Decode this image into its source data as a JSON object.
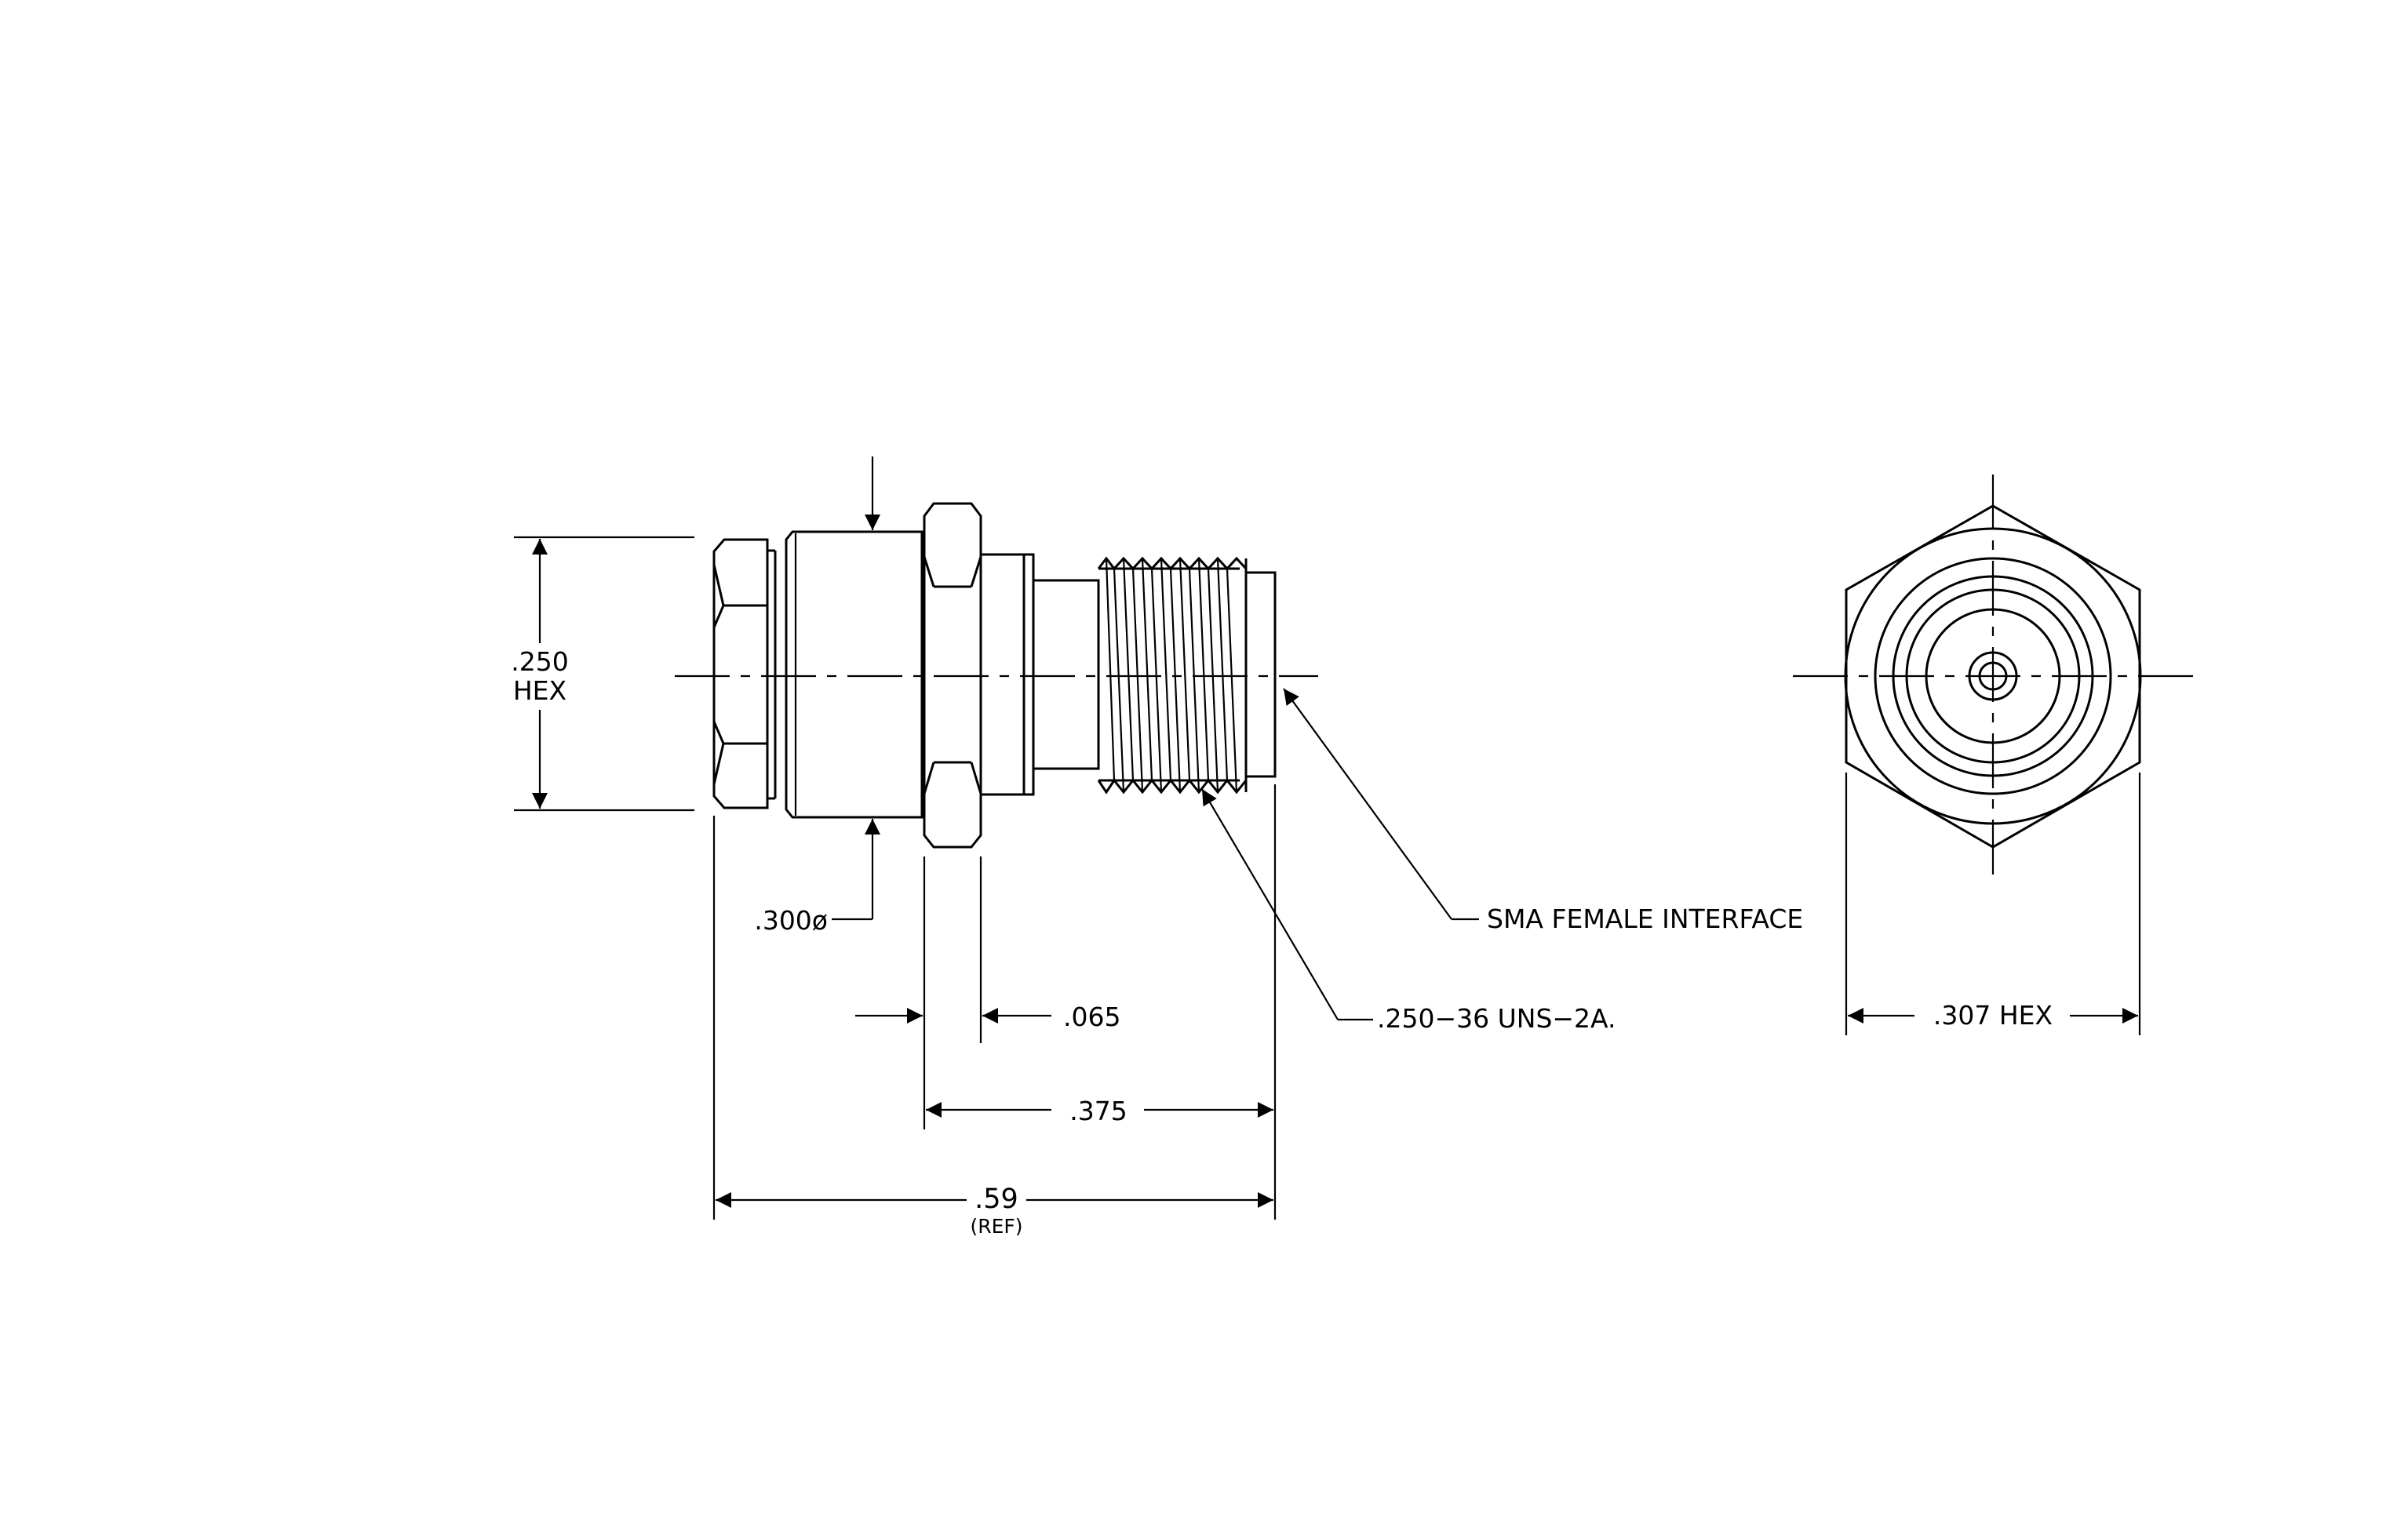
{
  "drawing": {
    "dim_hex_side_value": ".250",
    "dim_hex_side_unit": "HEX",
    "dim_body_diameter": ".300ø",
    "dim_hex_width": ".065",
    "dim_thread_length": ".375",
    "dim_overall_length": ".59",
    "dim_overall_ref": "(REF)",
    "callout_thread": ".250−36 UNS−2A.",
    "callout_interface": "SMA FEMALE INTERFACE",
    "dim_end_hex": ".307 HEX"
  }
}
